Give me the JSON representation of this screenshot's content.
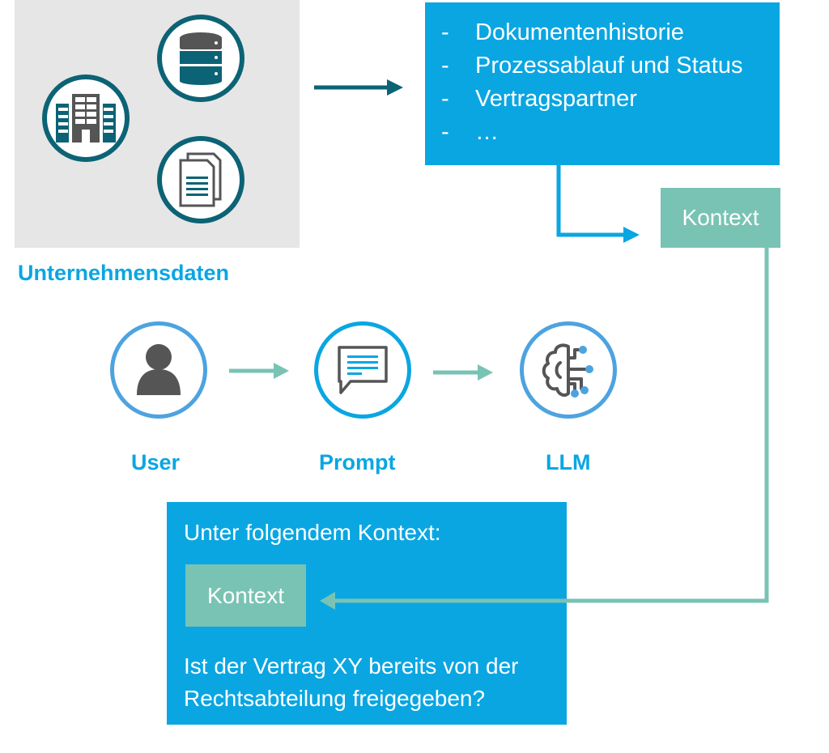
{
  "enterprise_data": {
    "label": "Unternehmensdaten",
    "icons": [
      "building-icon",
      "database-icon",
      "documents-icon"
    ]
  },
  "info_box": {
    "items": [
      {
        "bullet": "-",
        "text": "Dokumentenhistorie"
      },
      {
        "bullet": "-",
        "text": "Prozessablauf und Status"
      },
      {
        "bullet": "-",
        "text": "Vertragspartner"
      },
      {
        "bullet": "-",
        "text": "…"
      }
    ]
  },
  "context_box": {
    "label": "Kontext"
  },
  "flow": {
    "nodes": [
      {
        "label": "User",
        "icon": "user-icon"
      },
      {
        "label": "Prompt",
        "icon": "chat-bubble-icon"
      },
      {
        "label": "LLM",
        "icon": "brain-circuit-icon"
      }
    ]
  },
  "prompt_box": {
    "intro": "Unter folgendem Kontext:",
    "context_label": "Kontext",
    "question_line1": "Ist der Vertrag XY bereits von der",
    "question_line2": "Rechtsabteilung freigegeben?"
  },
  "colors": {
    "primary_blue": "#0aa6e2",
    "teal_dark": "#0b6375",
    "context_green": "#79c3b4",
    "panel_gray": "#e6e6e6",
    "icon_gray": "#555555",
    "circle_blue": "#4da3e0"
  }
}
